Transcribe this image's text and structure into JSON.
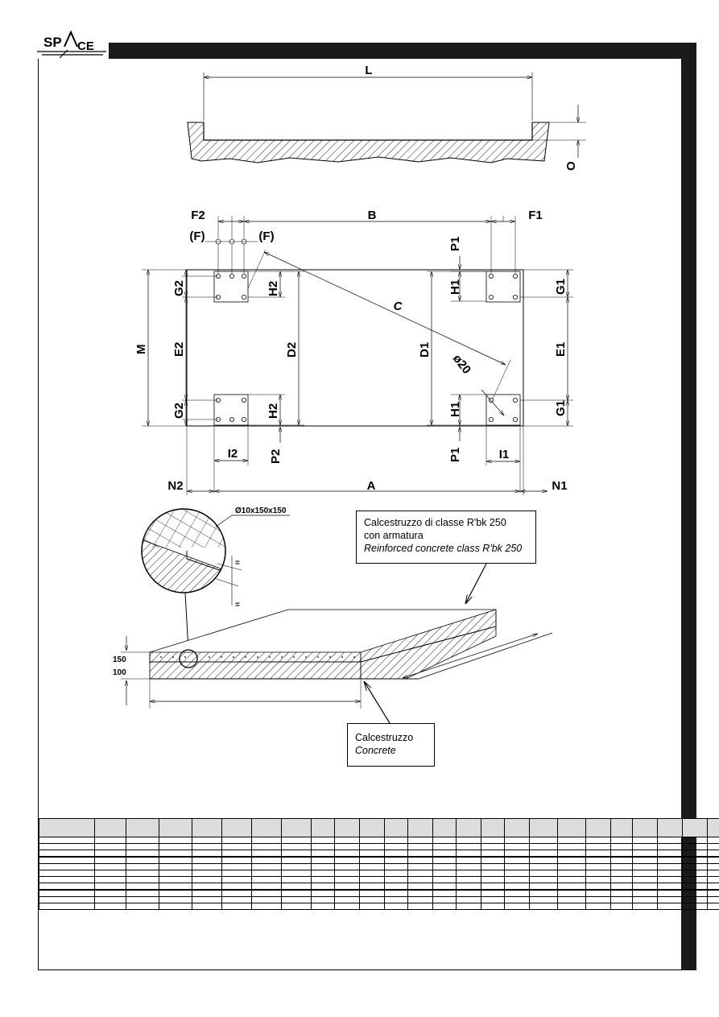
{
  "brand": {
    "logo_text_left": "SP",
    "logo_text_right": "CE"
  },
  "dimensions": {
    "L": "L",
    "O": "O",
    "B": "B",
    "F1": "F1",
    "F2": "F2",
    "F": "(F)",
    "C": "C",
    "M": "M",
    "E1": "E1",
    "E2": "E2",
    "D1": "D1",
    "D2": "D2",
    "G1": "G1",
    "G2": "G2",
    "H1": "H1",
    "H2": "H2",
    "P1": "P1",
    "P2": "P2",
    "I1": "I1",
    "I2": "I2",
    "A": "A",
    "N1": "N1",
    "N2": "N2",
    "hole": "ø20"
  },
  "section": {
    "mesh": "Ø10x150x150",
    "equal": "=",
    "thickness_top": "150",
    "thickness_bottom": "100"
  },
  "callouts": {
    "reinforced_it": "Calcestruzzo di classe R'bk 250",
    "reinforced_it2": "con armatura",
    "reinforced_en": "Reinforced concrete class R'bk 250",
    "concrete_it": "Calcestruzzo",
    "concrete_en": "Concrete"
  },
  "table": {
    "rows": 12,
    "cols": 27
  },
  "colors": {
    "ink": "#000000",
    "bar": "#1a1a1a",
    "table_header": "#dcdcdc"
  }
}
